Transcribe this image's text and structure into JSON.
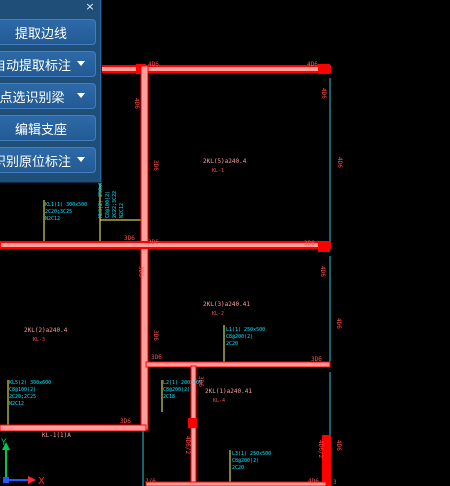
{
  "panel": {
    "close_glyph": "×",
    "buttons": [
      {
        "label": "提取边线",
        "has_dropdown": false
      },
      {
        "label": "自动提取标注",
        "has_dropdown": true
      },
      {
        "label": "点选识别梁",
        "has_dropdown": true
      },
      {
        "label": "编辑支座",
        "has_dropdown": false
      },
      {
        "label": "识别原位标注",
        "has_dropdown": true
      }
    ]
  },
  "drawing": {
    "colors": {
      "background": "#000000",
      "beam": "#ff0000",
      "beam_fill": "#ff9c9c",
      "dim": "#ff4d4d",
      "annot": "#00e5ff",
      "leader": "#ffff66"
    },
    "labels": {
      "top_left_beam": "4D6",
      "top_right_beam": "4D6",
      "left_col_top": "4D6",
      "right_col_top": "4D6",
      "left_col_mid": "3D6",
      "right_col_mid": "4D6",
      "mid_left_a": "3D6",
      "mid_left_b": "3D6",
      "mid_right": "3D6",
      "row2_left": "3D6",
      "row2_left_b": "3D6",
      "row2_right_col": "4D6",
      "row2_right_col_b": "4D6",
      "row3_left": "3D6",
      "row3_right": "3D6",
      "row3_mid_col": "3D6",
      "bottom_left": "3D6",
      "bottom_right_beam": "4D6",
      "bottom_col_a": "4D6/2",
      "bottom_col_b": "2/6",
      "bottom_right_col": "4D6/2",
      "bottom_right_col_b": "4D6",
      "bottom_right_num": "3",
      "bottom_left_beam": "3D6",
      "beam_name_1": "2KL(5)a240.4",
      "beam_name_1b": "KL-1",
      "beam_name_2": "2KL(3)a240.41",
      "beam_name_2b": "KL-2",
      "beam_name_3": "2KL(2)a240.4",
      "beam_name_3b": "KL-3",
      "beam_name_4": "2KL(1)a240.41",
      "beam_name_4b": "KL-4",
      "beam_bottom_left": "KL-1(1)A",
      "annot_a": [
        "KL1(1) 300x500",
        "2C20;3C25",
        "N2C12"
      ],
      "annot_b": [
        "KL3(2) 250x600",
        "C8@100(2)",
        "2C22;3C22",
        "N2C12"
      ],
      "annot_c": [
        "L1(1) 250x500",
        "C8@200(2)",
        "2C20"
      ],
      "annot_d": [
        "KL5(2) 300x600",
        "C8@100(2)",
        "2C20;2C25",
        "N2C12"
      ],
      "annot_e": [
        "L2(1) 200x400",
        "C8@200(2)",
        "2C18"
      ],
      "annot_f": [
        "L3(1) 250x500",
        "C8@200(2)",
        "2C20"
      ]
    }
  },
  "ucs": {
    "x_label": "X",
    "y_label": "Y"
  }
}
